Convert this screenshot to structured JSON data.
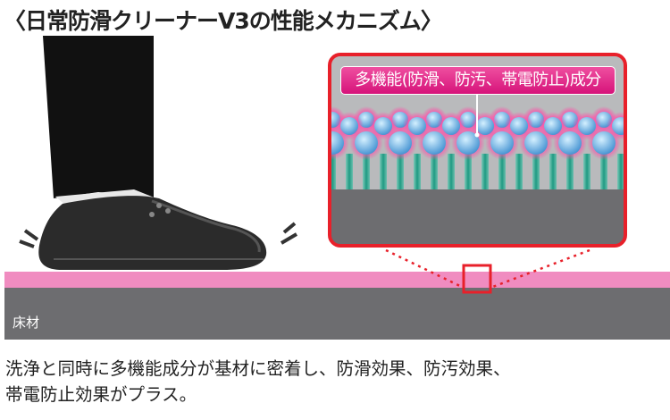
{
  "title": "〈日常防滑クリーナーV3の性能メカニズム〉",
  "inset_label": "多機能(防滑、防汚、帯電防止)成分",
  "floor_label": "床材",
  "caption_lines": [
    "洗浄と同時に多機能成分が基材に密着し、防滑効果、防汚効果、",
    "帯電防止効果がプラス。"
  ],
  "colors": {
    "accent_red": "#e8202a",
    "pink_layer": "#f08cc0",
    "floor_gray": "#6d6d70",
    "molecule_blue": "#5aaee0",
    "stem_teal": "#2aa08a"
  }
}
